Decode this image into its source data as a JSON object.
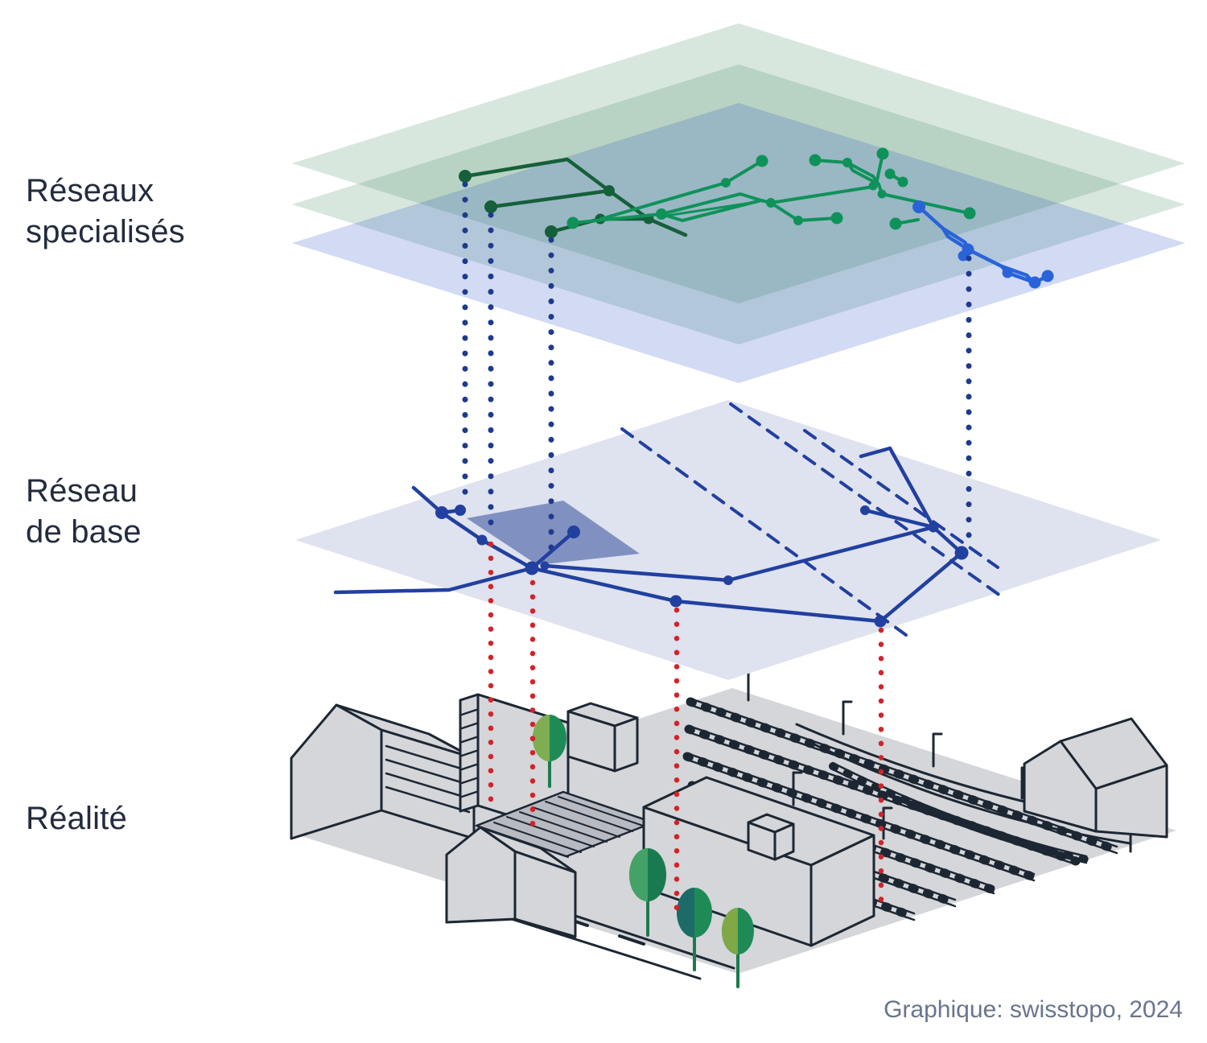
{
  "labels": {
    "specialized": "Réseaux\nspecialisés",
    "base": "Réseau\nde base",
    "reality": "Réalité"
  },
  "attribution": "Graphique: swisstopo, 2024",
  "diagram": {
    "type": "layered-network-concept",
    "layers": [
      {
        "id": "specialized",
        "label": "Réseaux specialisés",
        "planes": 3,
        "networks": [
          "dark-green-network",
          "green-network",
          "blue-network"
        ]
      },
      {
        "id": "base",
        "label": "Réseau de base",
        "planes": 1,
        "features": [
          "navy-solid-network",
          "navy-dashed-lines",
          "highlight-zone"
        ]
      },
      {
        "id": "reality",
        "label": "Réalité",
        "features": [
          "buildings",
          "tower",
          "parking",
          "railway-yard",
          "trees",
          "roads"
        ]
      }
    ],
    "connectors": [
      {
        "style": "dotted",
        "color_role": "navy",
        "from": "specialized",
        "to": "base",
        "count": 4
      },
      {
        "style": "dotted",
        "color_role": "red",
        "from": "base",
        "to": "reality",
        "count": 4
      }
    ]
  },
  "colors": {
    "plane_green": "#2e7d52",
    "plane_blue": "#2952cc",
    "base_plane": "#dfe2ef",
    "base_zone": "#8091c1",
    "network_dark_green": "#15603a",
    "network_green": "#0f9259",
    "network_blue": "#2a63d8",
    "base_network_navy": "#21409f",
    "connector_navy": "#1e3a8f",
    "connector_red": "#d2232a",
    "city_fill": "#d4d6d9",
    "city_outline": "#1d2733",
    "parking_fill": "#b7bac1",
    "tree_light": "#7fae52",
    "tree_green": "#1e8b57",
    "tree_teal": "#1d6b66",
    "label_text": "#232c3d",
    "attribution_text": "#68758d"
  }
}
